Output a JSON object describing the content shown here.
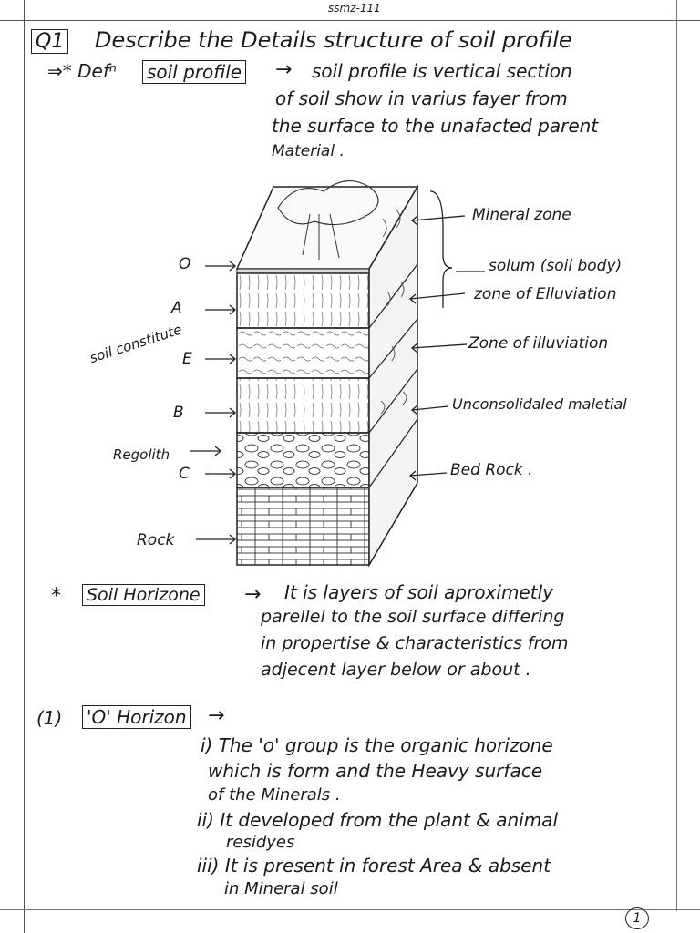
{
  "header": {
    "top_mark": "ssmz-111",
    "question_number": "Q1",
    "question_title": "Describe the Details structure of soil profile"
  },
  "definition": {
    "prefix": "⇒* Defⁿ",
    "term": "soil profile",
    "arrow": "→",
    "lines": [
      "soil profile is vertical section",
      "of soil show in varius fayer from",
      "the surface to the unafacted parent",
      "Material ."
    ]
  },
  "diagram": {
    "left_labels": {
      "o": "O",
      "a": "A",
      "soil_constitute": "soil constitute",
      "e": "E",
      "b": "B",
      "regolith": "Regolith",
      "c": "C",
      "rock": "Rock"
    },
    "right_labels": {
      "mineral_zone": "Mineral zone",
      "solum": "solum (soil body)",
      "elluviation": "zone of Elluviation",
      "illuviation": "Zone of illuviation",
      "unconsolidated": "Unconsolidaled maletial",
      "bed_rock": "Bed Rock ."
    }
  },
  "soil_horizon": {
    "bullet": "*",
    "term": "Soil Horizone",
    "arrow": "→",
    "lines": [
      "It is layers of soil aproximetly",
      "parellel to the soil surface differing",
      "in propertise & characteristics from",
      "adjecent layer below or about ."
    ]
  },
  "o_horizon": {
    "number": "(1)",
    "term": "'O' Horizon",
    "arrow": "→",
    "points": [
      "i) The 'o' group is the organic horizone",
      "which is form and the Heavy surface",
      "of the Minerals .",
      "ii) It developed from the plant & animal",
      "residyes",
      "iii) It is present in forest Area & absent",
      "in Mineral soil"
    ]
  },
  "page_number": "1"
}
